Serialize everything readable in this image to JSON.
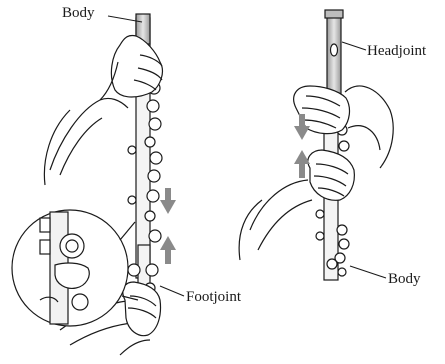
{
  "figure": {
    "labels": {
      "body_left": "Body",
      "headjoint": "Headjoint",
      "footjoint": "Footjoint",
      "body_right": "Body"
    },
    "colors": {
      "line": "#1a1a1a",
      "arrow": "#8a8a8a",
      "metal_light": "#d9d9d9",
      "metal_dark": "#9a9a9a"
    }
  }
}
